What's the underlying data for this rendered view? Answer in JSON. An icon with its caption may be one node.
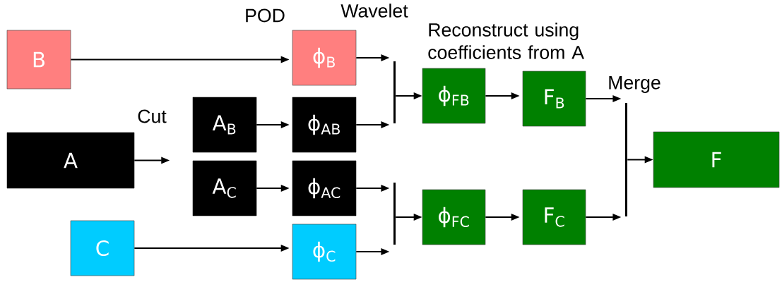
{
  "diagram": {
    "nodes": [
      {
        "text": [
          "B"
        ]
      },
      {
        "text": [
          "A"
        ]
      },
      {
        "text": [
          "A$_{B}$"
        ]
      },
      {
        "text": [
          "A$_{C}$"
        ]
      },
      {
        "text": [
          "C"
        ]
      },
      {
        "text": [
          "ϕ$_{B}$"
        ]
      },
      {
        "text": [
          "ϕ$_{AB}$"
        ]
      },
      {
        "text": [
          "ϕ$_{AC}$"
        ]
      },
      {
        "text": [
          "ϕ$_{C}$"
        ]
      },
      {
        "text": [
          "ϕ$_{FB}$"
        ]
      },
      {
        "text": [
          "F$_{B}$"
        ]
      },
      {
        "text": [
          "ϕ$_{FC}$"
        ]
      },
      {
        "text": [
          "F$_{C}$"
        ]
      },
      {
        "text": [
          "F"
        ]
      },
      {
        "text": [],
        "shape": "bar"
      },
      {
        "text": [],
        "shape": "bar"
      },
      {
        "text": [],
        "shape": "bar"
      }
    ],
    "edges": [
      {
        "from": 0,
        "to": 5,
        "arrow": "to"
      },
      {
        "from": 1,
        "to": null,
        "arrow": "to"
      },
      {
        "from": 2,
        "to": 6,
        "arrow": "to"
      },
      {
        "from": 3,
        "to": 7,
        "arrow": "to"
      },
      {
        "from": 4,
        "to": 8,
        "arrow": "to"
      },
      {
        "from": 5,
        "to": 14,
        "arrow": "to"
      },
      {
        "from": 6,
        "to": 14,
        "arrow": "to"
      },
      {
        "from": 7,
        "to": 15,
        "arrow": "to"
      },
      {
        "from": 8,
        "to": 15,
        "arrow": "to"
      },
      {
        "from": 14,
        "to": 9,
        "arrow": "to"
      },
      {
        "from": 15,
        "to": 11,
        "arrow": "to"
      },
      {
        "from": 9,
        "to": 10,
        "arrow": "to"
      },
      {
        "from": 11,
        "to": 12,
        "arrow": "to"
      },
      {
        "from": 10,
        "to": 16,
        "arrow": "to"
      },
      {
        "from": 12,
        "to": 16,
        "arrow": "to"
      },
      {
        "from": 16,
        "to": 13,
        "arrow": "to"
      }
    ],
    "labels": [
      "POD",
      "Wavelet",
      "Reconstruct using coefficients from A",
      "Merge",
      "Cut"
    ]
  }
}
